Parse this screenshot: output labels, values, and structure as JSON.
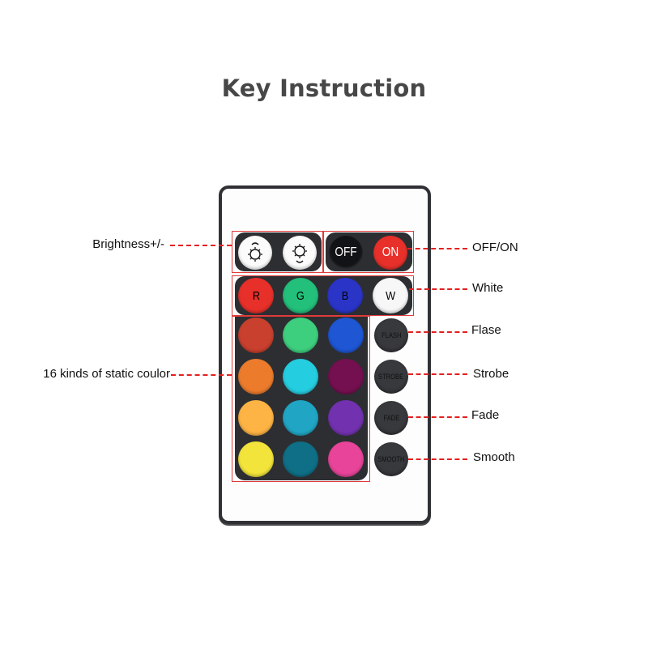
{
  "title": "Key Instruction",
  "remote": {
    "brightness_buttons": [
      {
        "id": "brightness-up",
        "icon": "sun-up-icon"
      },
      {
        "id": "brightness-down",
        "icon": "sun-down-icon"
      }
    ],
    "power_buttons": [
      {
        "id": "off",
        "label": "OFF",
        "bg": "#121316",
        "fg": "#ffffff"
      },
      {
        "id": "on",
        "label": "ON",
        "bg": "#e8302a",
        "fg": "#ffffff"
      }
    ],
    "rgbw_buttons": [
      {
        "id": "red",
        "label": "R",
        "bg": "#e8302a",
        "fg": "#111111"
      },
      {
        "id": "green",
        "label": "G",
        "bg": "#22c07a",
        "fg": "#111111"
      },
      {
        "id": "blue",
        "label": "B",
        "bg": "#2a35c8",
        "fg": "#111111"
      },
      {
        "id": "white",
        "label": "W",
        "bg": "#f7f7f7",
        "fg": "#111111"
      }
    ],
    "static_colors": [
      [
        "#c9402e",
        "#3ecf7e",
        "#1f56d4"
      ],
      [
        "#ec7c2c",
        "#25cde0",
        "#741050"
      ],
      [
        "#fdb444",
        "#20a6c4",
        "#7232b0"
      ],
      [
        "#f2e43a",
        "#0f6f86",
        "#e8449a"
      ]
    ],
    "effect_buttons": [
      {
        "id": "flash",
        "label": "FLASH"
      },
      {
        "id": "strobe",
        "label": "STROBE"
      },
      {
        "id": "fade",
        "label": "FADE"
      },
      {
        "id": "smooth",
        "label": "SMOOTH"
      }
    ]
  },
  "callouts": {
    "brightness": "Brightness+/-",
    "static_colors": "16 kinds of static coulor",
    "off_on": "OFF/ON",
    "white": "White",
    "flash": "Flase",
    "strobe": "Strobe",
    "fade": "Fade",
    "smooth": "Smooth"
  },
  "colors": {
    "highlight": "#e03a3a",
    "dash": "#e42020",
    "panel": "#2c2e32",
    "title": "#474747"
  }
}
